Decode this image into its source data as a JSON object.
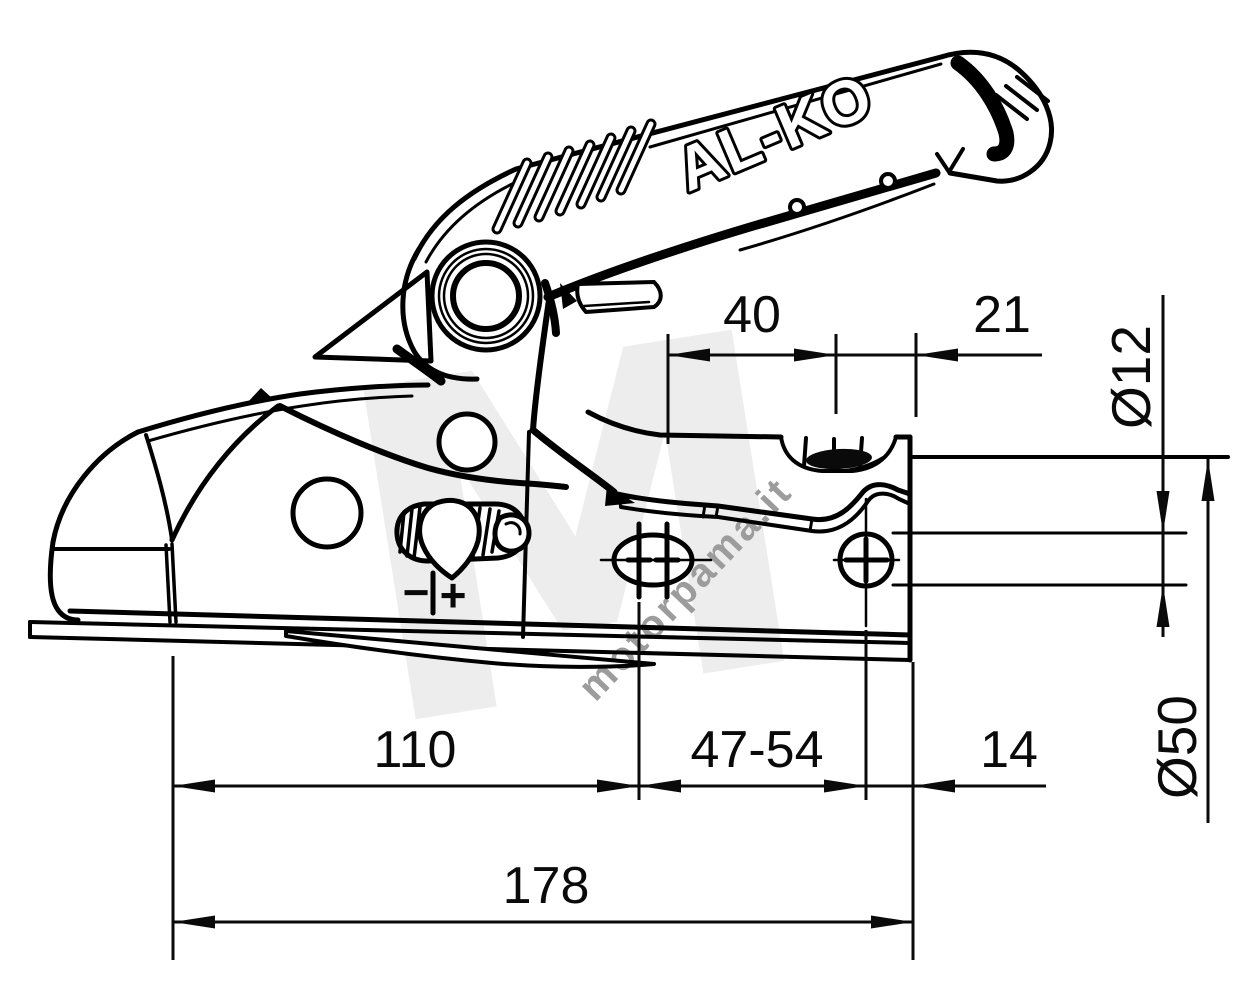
{
  "drawing": {
    "background": "#ffffff",
    "line_color": "#000000",
    "brand": "AL-KO",
    "watermark": {
      "monogram": "M",
      "text": "motorpama.it",
      "monogram_color": "#ededed",
      "text_color": "#9c9c9c"
    },
    "adjustment_marker": {
      "minus": "−",
      "plus": "+"
    },
    "dimensions": {
      "slot_to_buffer": "40",
      "buffer_to_rear_edge": "21",
      "bolt_hole_diameter": "Ø12",
      "front_to_slot": "110",
      "bolt_spacing_range": "47-54",
      "rear_edge_offset": "14",
      "tube_diameter": "Ø50",
      "overall_length": "178"
    }
  }
}
